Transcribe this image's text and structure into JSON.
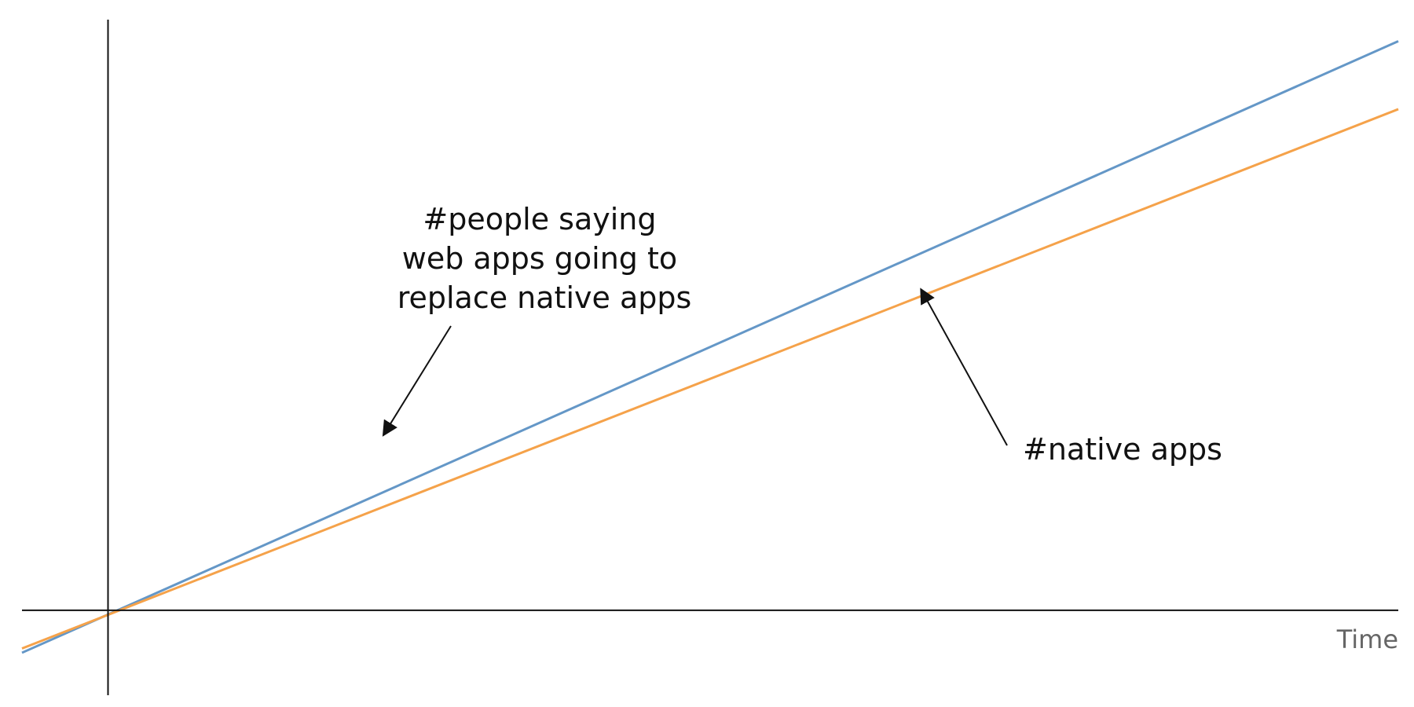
{
  "chart_data": {
    "type": "line",
    "title": "",
    "xlabel": "Time",
    "ylabel": "",
    "grid": false,
    "legend": "none",
    "xlim": [
      -1,
      15
    ],
    "ylim": [
      -1,
      7
    ],
    "series": [
      {
        "x": [
          -1,
          15
        ],
        "y": [
          -0.5,
          6.7
        ],
        "color": "#6497c7"
      },
      {
        "x": [
          -1,
          15
        ],
        "y": [
          -0.45,
          5.9
        ],
        "color": "#f5a24a"
      }
    ],
    "annotations": [
      {
        "lines": [
          "#people saying",
          "web apps going to",
          "replace native apps"
        ],
        "points_to_x": 3.2,
        "points_to_y": 2.06,
        "target_series": 0
      },
      {
        "lines": [
          "#native apps"
        ],
        "points_to_x": 9.45,
        "points_to_y": 3.78,
        "target_series": 1
      }
    ]
  }
}
